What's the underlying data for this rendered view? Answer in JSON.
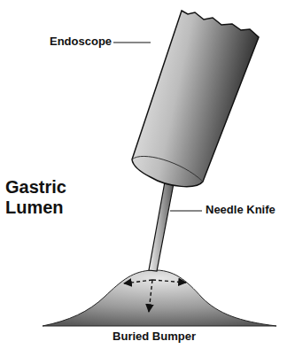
{
  "diagram": {
    "labels": [
      "Endoscope",
      "Gastric Lumen",
      "Needle Knife",
      "Buried Bumper"
    ]
  }
}
